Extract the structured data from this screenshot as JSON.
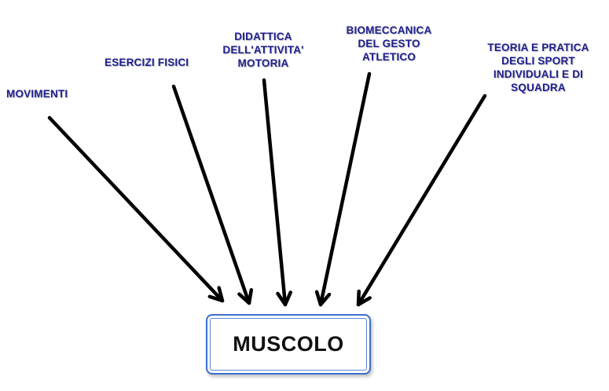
{
  "colors": {
    "label": "#1f1f8f",
    "arrow": "#000000",
    "box_border": "#3a6fd1"
  },
  "target": "MUSCOLO",
  "sources": [
    {
      "id": "movimenti",
      "lines": [
        "MOVIMENTI"
      ]
    },
    {
      "id": "esercizi-fisici",
      "lines": [
        "ESERCIZI FISICI"
      ]
    },
    {
      "id": "didattica",
      "lines": [
        "DIDATTICA",
        "DELL'ATTIVITA'",
        "MOTORIA"
      ]
    },
    {
      "id": "biomeccanica",
      "lines": [
        "BIOMECCANICA",
        "DEL GESTO",
        "ATLETICO"
      ]
    },
    {
      "id": "teoria-pratica",
      "lines": [
        "TEORIA E PRATICA",
        "DEGLI SPORT",
        "INDIVIDUALI E DI",
        "SQUADRA"
      ]
    }
  ]
}
